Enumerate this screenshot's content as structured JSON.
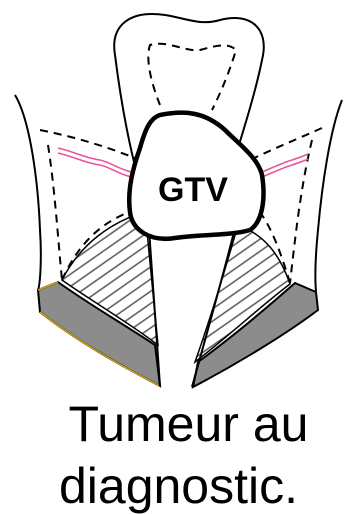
{
  "diagram": {
    "tumor_label": "GTV",
    "caption_line1": "Tumeur au",
    "caption_line2": "diagnostic.",
    "colors": {
      "outline": "#000000",
      "tumor_fill": "#ffffff",
      "bone": "#8c8c8c",
      "bone_edge": "#d4a017",
      "nerve": "#e8559a",
      "hatch": "#555555"
    }
  }
}
